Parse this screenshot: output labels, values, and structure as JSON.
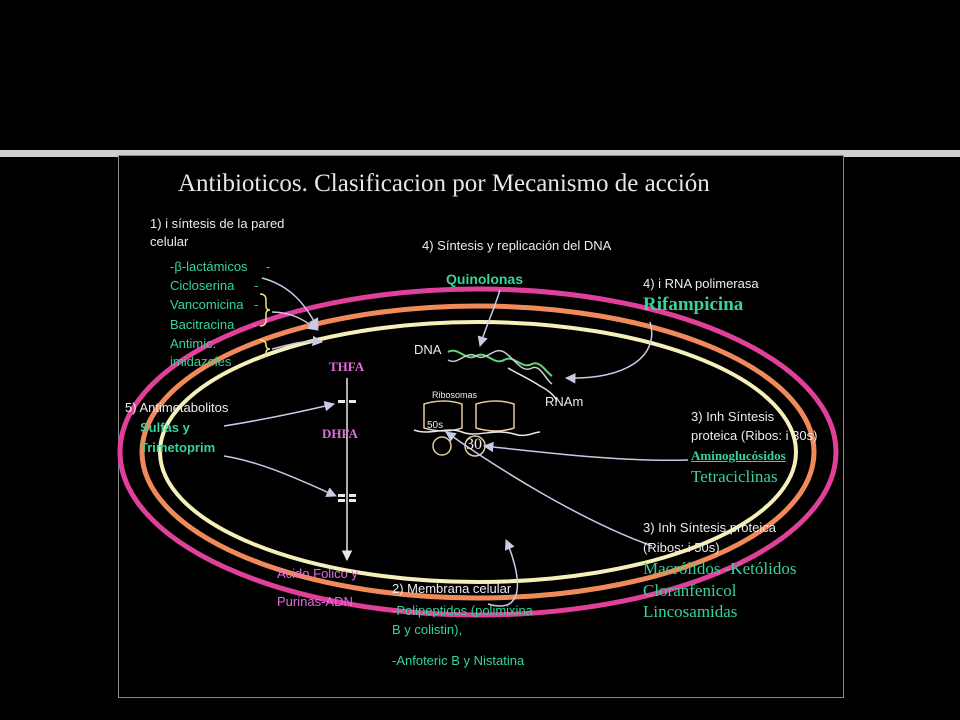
{
  "title": "Antibioticos. Clasificacion por Mecanismo de acción",
  "cell_wall": {
    "heading_1": "1) i síntesis de la pared",
    "heading_2": "celular",
    "drugs": [
      "-β-lactámicos",
      "Cicloserina",
      "Vancomicina",
      "Bacitracina",
      "Antimic.",
      "imidazoles"
    ],
    "dash_1": "-",
    "dash_2": "-",
    "dash_3": "-",
    "dash_4": "-"
  },
  "dna": {
    "heading": "4) Síntesis y replicación del DNA",
    "drug": "Quinolonas"
  },
  "rna_pol": {
    "heading": "4) i RNA polimerasa",
    "drug": "Rifampicina"
  },
  "cell_labels": {
    "dna": "DNA",
    "ribosomas": "Ribosomas",
    "rnam": "RNAm",
    "s50": "50s",
    "s30": "30",
    "thfa": "THFA",
    "dhfa": "DHFA"
  },
  "antimetabolites": {
    "heading": "5) Antimetabolitos",
    "drug_1": "Sulfas y",
    "drug_2": "Trimetoprim"
  },
  "protein_30s": {
    "heading_1": "3) Inh Síntesis",
    "heading_2": "proteica (Ribos: i 30s)",
    "drug_1": "Aminoglucósidos",
    "drug_2": "Tetraciclinas"
  },
  "protein_50s": {
    "heading_1": "3)  Inh Síntesis proteica",
    "heading_2": "(Ribos: i 50s)",
    "drug_1": "Macrólidos -Ketólidos",
    "drug_2": "Cloranfenicol",
    "drug_3": "Lincosamidas"
  },
  "folate": {
    "line_1": "Acido Folico y",
    "line_2": "Purinas-ADN"
  },
  "membrane": {
    "heading": "2) Membrana celular",
    "drug_1": "-Polipeptidos (polimixina",
    "drug_2": "B y colistin),",
    "drug_3": "-Anfoteric B y Nistatina"
  },
  "colors": {
    "green": "#37d39a",
    "pink": "#e26be0",
    "outer_ring": "#e0409a",
    "middle_ring": "#f08a5a",
    "inner_ring": "#f4f0b8"
  }
}
